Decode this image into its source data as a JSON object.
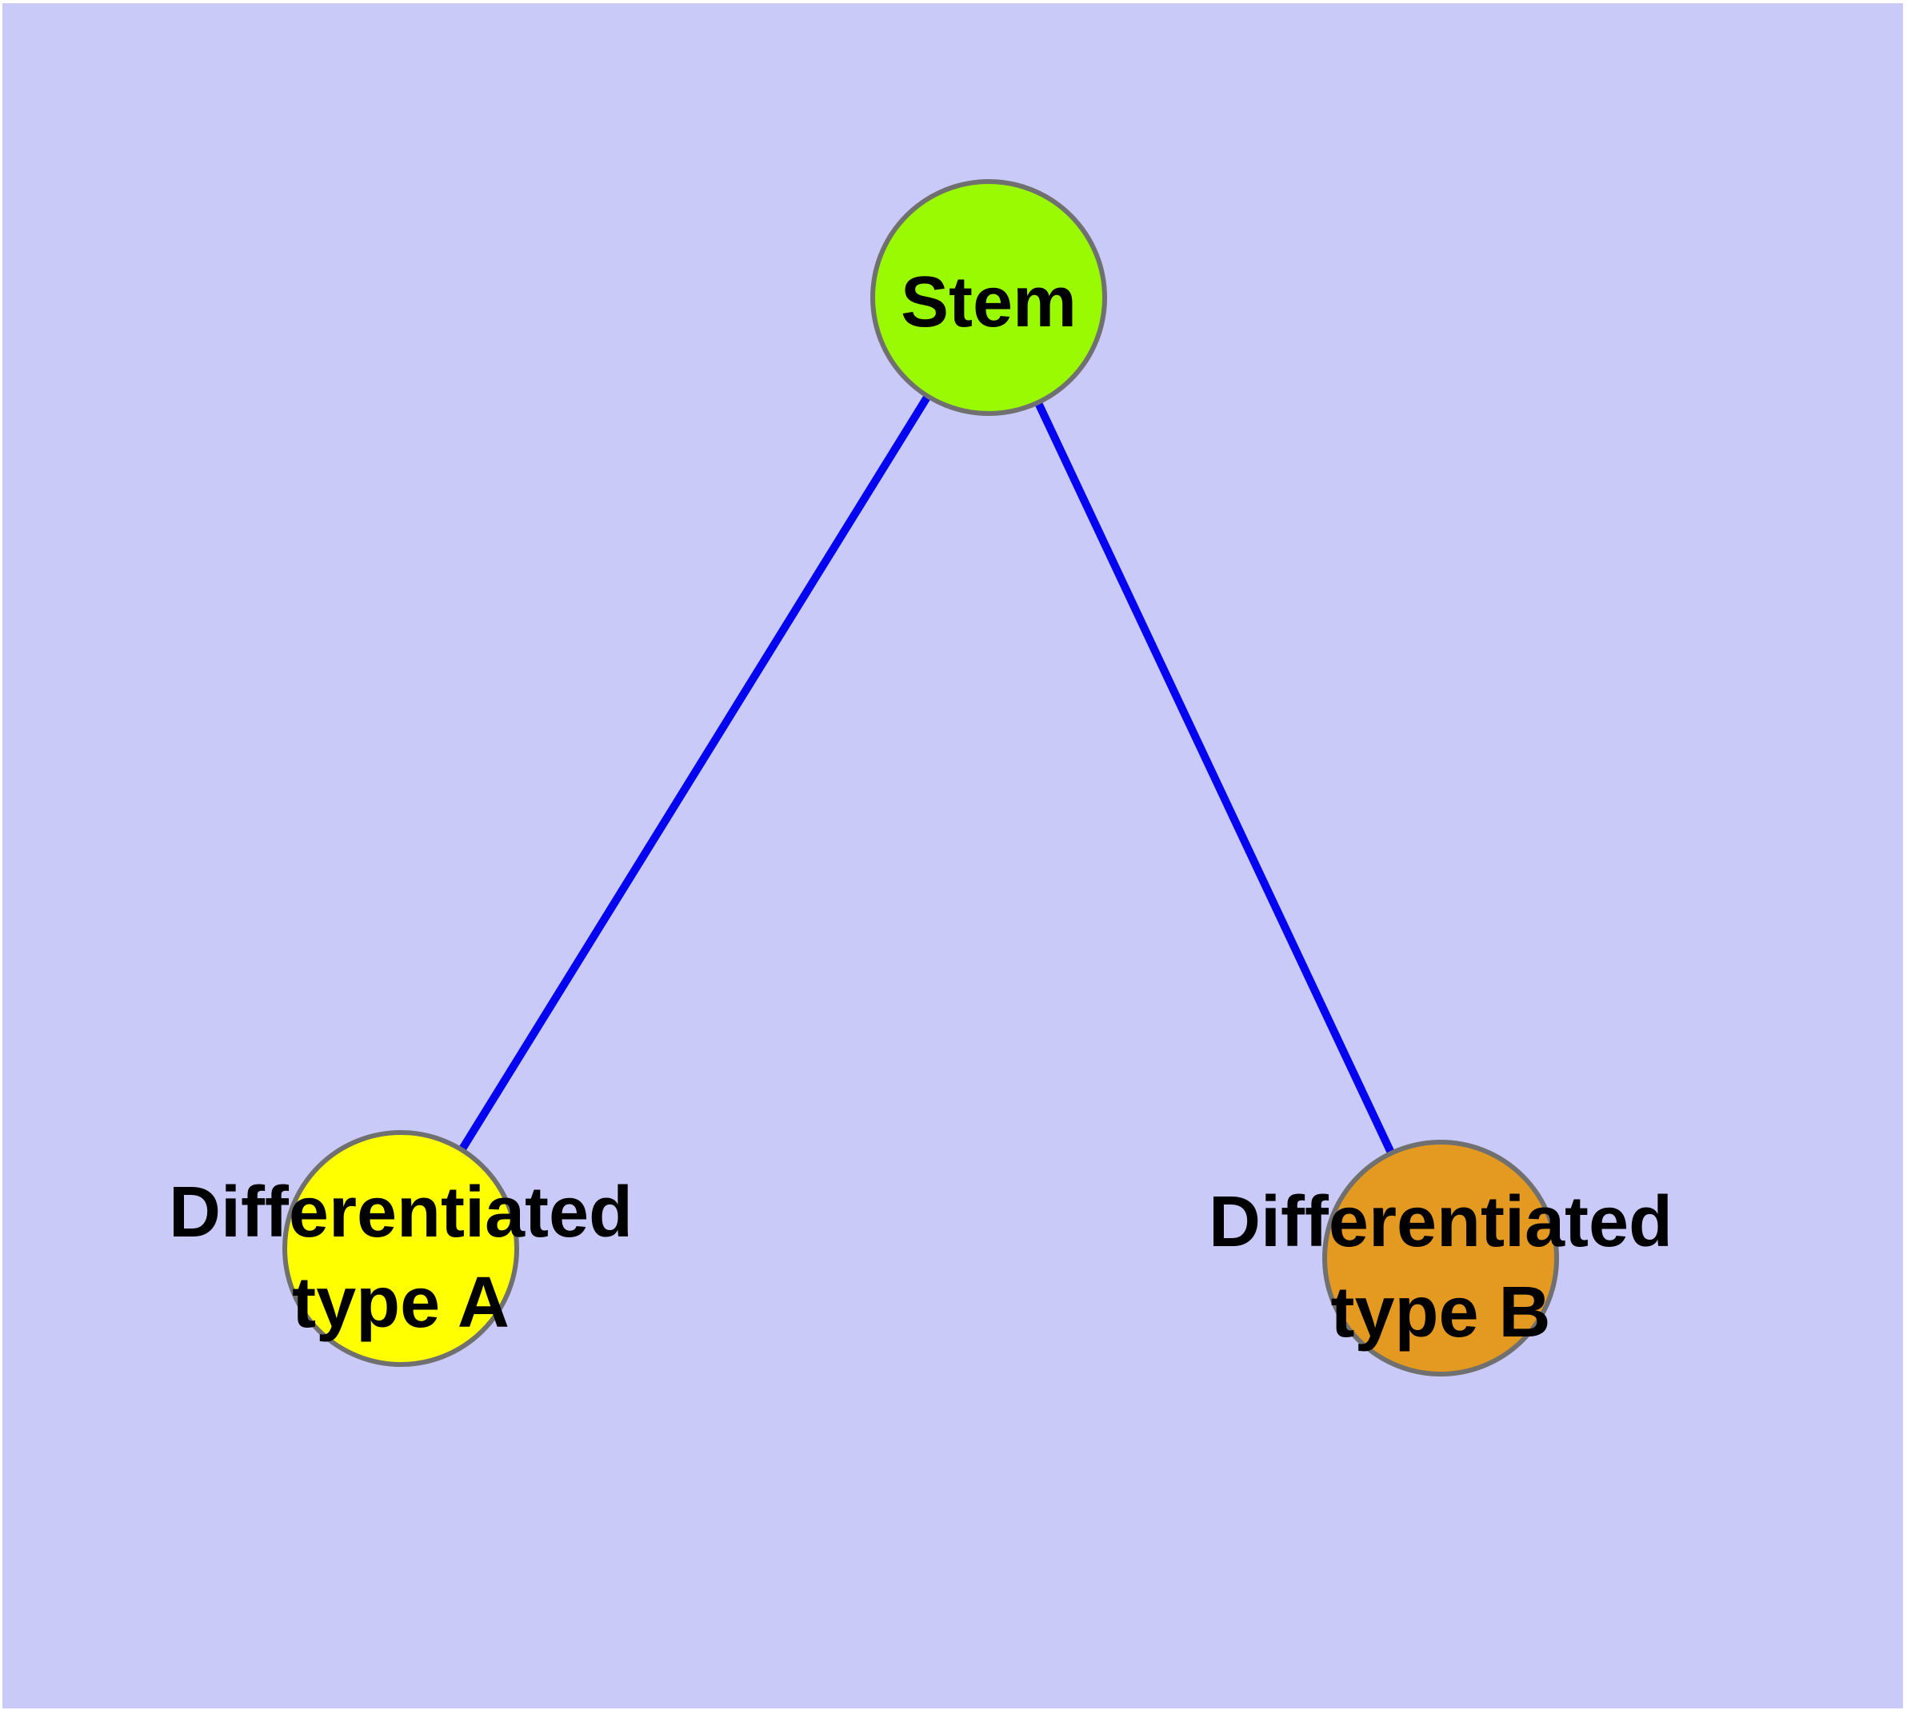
{
  "canvas": {
    "frame_color": "#ffffff",
    "background_color": "#cacaf8"
  },
  "graph": {
    "nodes": [
      {
        "id": "stem",
        "label": "Stem",
        "lines": [
          "Stem"
        ],
        "fill": "#9afa02"
      },
      {
        "id": "differentiated-type-a",
        "label": "Differentiated type A",
        "lines": [
          "Differentiated",
          "type A"
        ],
        "fill": "#ffff00"
      },
      {
        "id": "differentiated-type-b",
        "label": "Differentiated type B",
        "lines": [
          "Differentiated",
          "type B"
        ],
        "fill": "#e49920"
      }
    ],
    "edges": [
      {
        "from": "stem",
        "to": "differentiated-type-a",
        "color": "#0404f0"
      },
      {
        "from": "stem",
        "to": "differentiated-type-b",
        "color": "#0404f0"
      }
    ],
    "node_border_color": "#707070",
    "label_color": "#000000"
  }
}
